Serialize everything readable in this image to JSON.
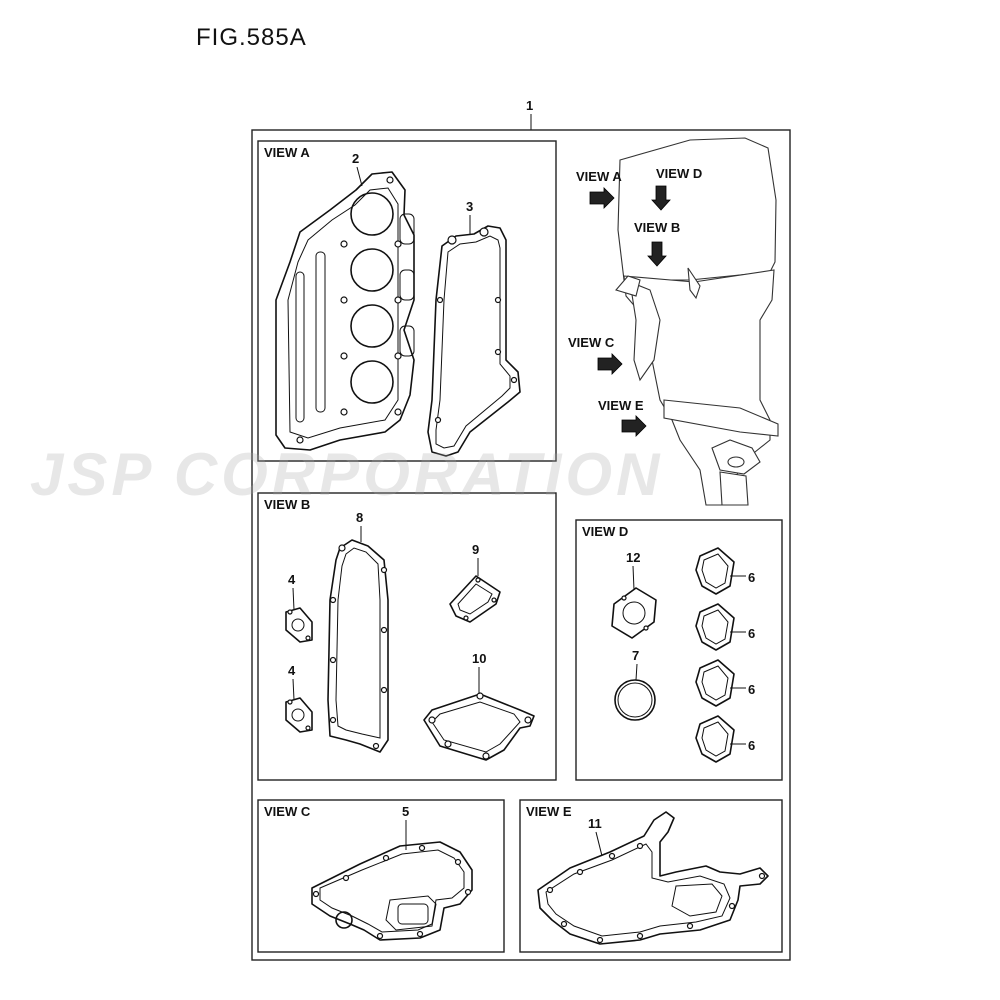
{
  "figure": {
    "title": "FIG.585A"
  },
  "views": {
    "a": "VIEW A",
    "b": "VIEW B",
    "c": "VIEW C",
    "d": "VIEW D",
    "e": "VIEW E"
  },
  "callouts": {
    "kit": "1",
    "p2": "2",
    "p3": "3",
    "p4a": "4",
    "p4b": "4",
    "p5": "5",
    "p6a": "6",
    "p6b": "6",
    "p6c": "6",
    "p6d": "6",
    "p7": "7",
    "p8": "8",
    "p9": "9",
    "p10": "10",
    "p11": "11",
    "p12": "12"
  },
  "watermark": "JSP CORPORATION"
}
